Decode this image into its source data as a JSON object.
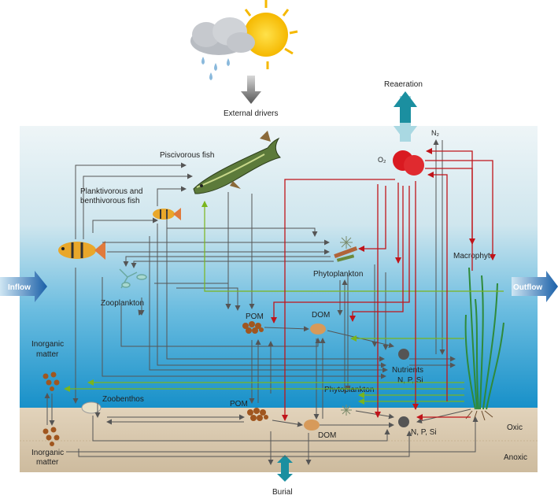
{
  "labels": {
    "external_drivers": "External drivers",
    "reaeration": "Reaeration",
    "n2": "N₂",
    "o2": "O₂",
    "piscivorous_fish": "Piscivorous fish",
    "planktivorous_line1": "Planktivorous and",
    "planktivorous_line2": "benthivorous fish",
    "macrophyte": "Macrophyte",
    "inflow": "Inflow",
    "outflow": "Outflow",
    "phytoplankton_water": "Phytoplankton",
    "zooplankton": "Zooplankton",
    "pom_water": "POM",
    "dom_water": "DOM",
    "nutrients_line1": "Nutrients",
    "nutrients_line2": "N, P, Si",
    "phytoplankton_sediment": "Phytoplankton",
    "inorganic_water_line1": "Inorganic",
    "inorganic_water_line2": "matter",
    "zoobenthos": "Zoobenthos",
    "pom_sediment": "POM",
    "dom_sediment": "DOM",
    "nps_sediment": "N, P, Si",
    "inorganic_sed_line1": "Inorganic",
    "inorganic_sed_line2": "matter",
    "oxic": "Oxic",
    "anoxic": "Anoxic",
    "burial": "Burial"
  },
  "colors": {
    "arrow_gray": "#555555",
    "arrow_red": "#c0141a",
    "arrow_green": "#7ab51d",
    "water_top": "#eef5f7",
    "water_bottom": "#1790c9",
    "sediment": "#d9c9b0",
    "flow_arrow": "#1a74b8",
    "teal": "#1b8fa0"
  },
  "icons": [
    "sun-cloud-rain-icon",
    "pike-fish-icon",
    "perch-fish-icon",
    "zooplankton-icon",
    "phytoplankton-icon",
    "macrophyte-icon",
    "zoobenthos-icon",
    "oxygen-molecule-icon"
  ]
}
